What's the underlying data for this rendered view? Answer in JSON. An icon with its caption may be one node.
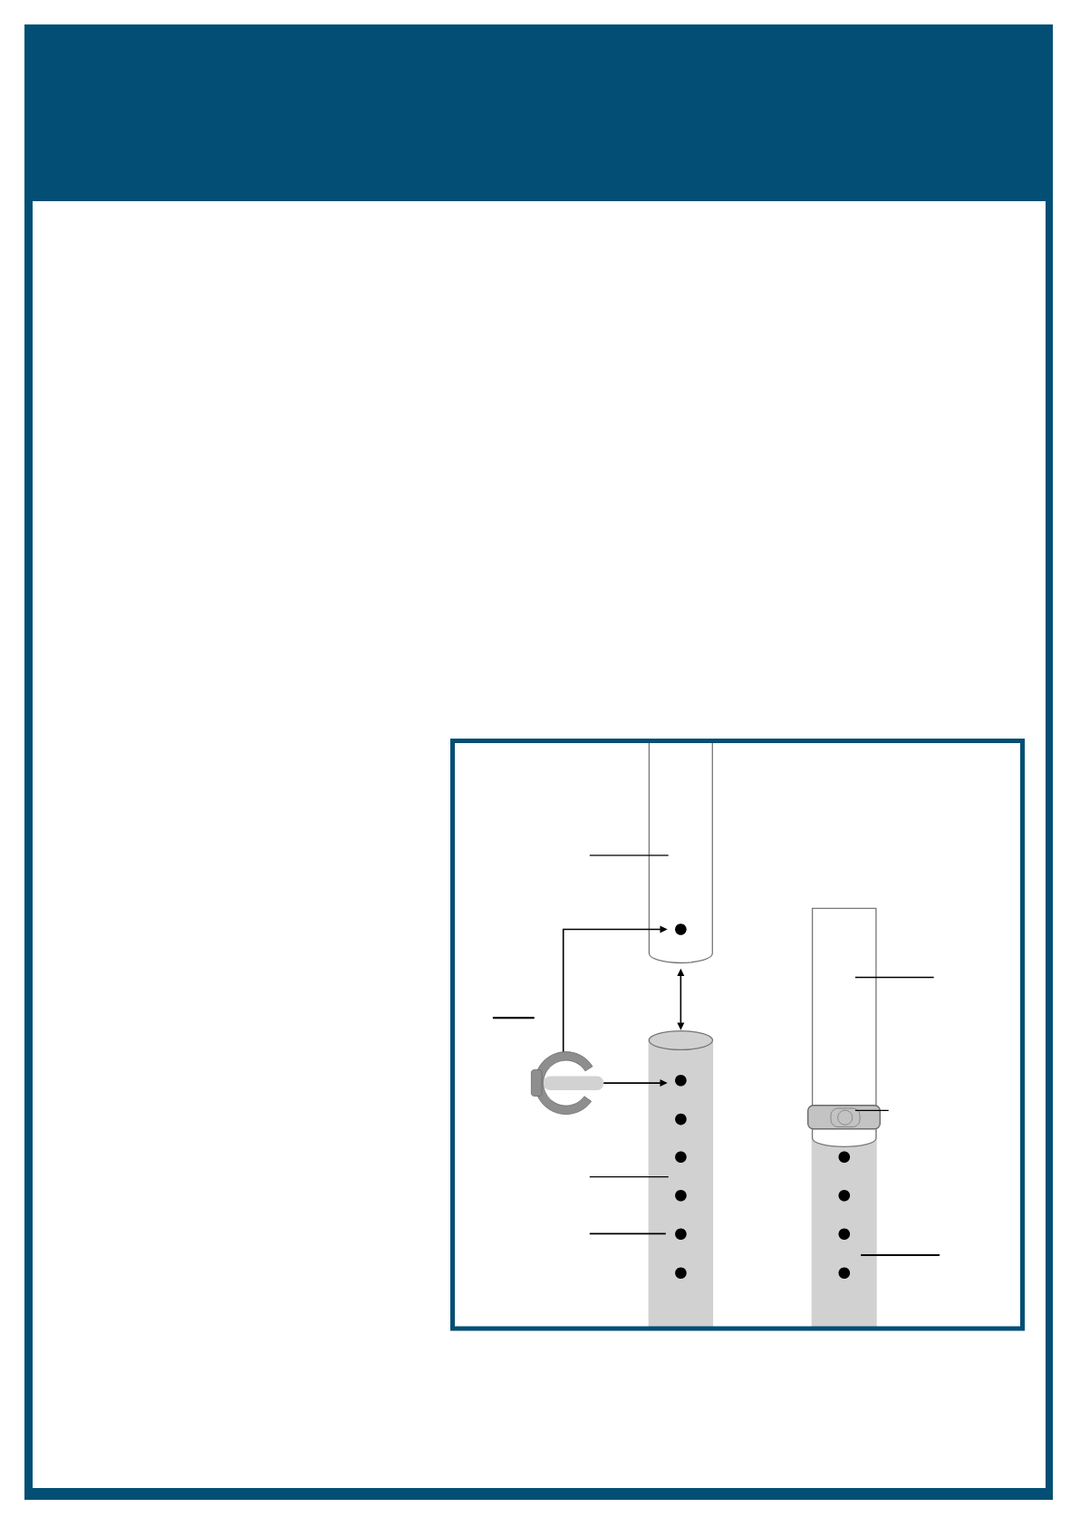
{
  "diagram": {
    "nodes": [
      {
        "text": [],
        "shape": "cylinder"
      },
      {
        "text": [],
        "shape": "circle",
        "in": 0
      },
      {
        "text": [],
        "shape": "cylinder"
      },
      {
        "text": [],
        "shape": "circle",
        "in": 2
      },
      {
        "text": [],
        "shape": "picture"
      },
      {
        "text": [],
        "shape": "cylinder"
      },
      {
        "text": [],
        "shape": "cylinder"
      },
      {
        "text": [],
        "shape": "box"
      }
    ],
    "edges": [
      {
        "from": 4,
        "to": 1,
        "arrow": "to"
      },
      {
        "from": 4,
        "to": 3,
        "arrow": "to"
      },
      {
        "from": 0,
        "to": 2,
        "arrow": "both"
      },
      {
        "from": null,
        "to": 0,
        "arrow": "none"
      },
      {
        "from": null,
        "to": 2,
        "arrow": "none"
      },
      {
        "from": null,
        "to": 2,
        "arrow": "none"
      },
      {
        "from": null,
        "to": 5,
        "arrow": "none"
      },
      {
        "from": null,
        "to": 7,
        "arrow": "none"
      },
      {
        "from": null,
        "to": 6,
        "arrow": "none"
      }
    ]
  }
}
